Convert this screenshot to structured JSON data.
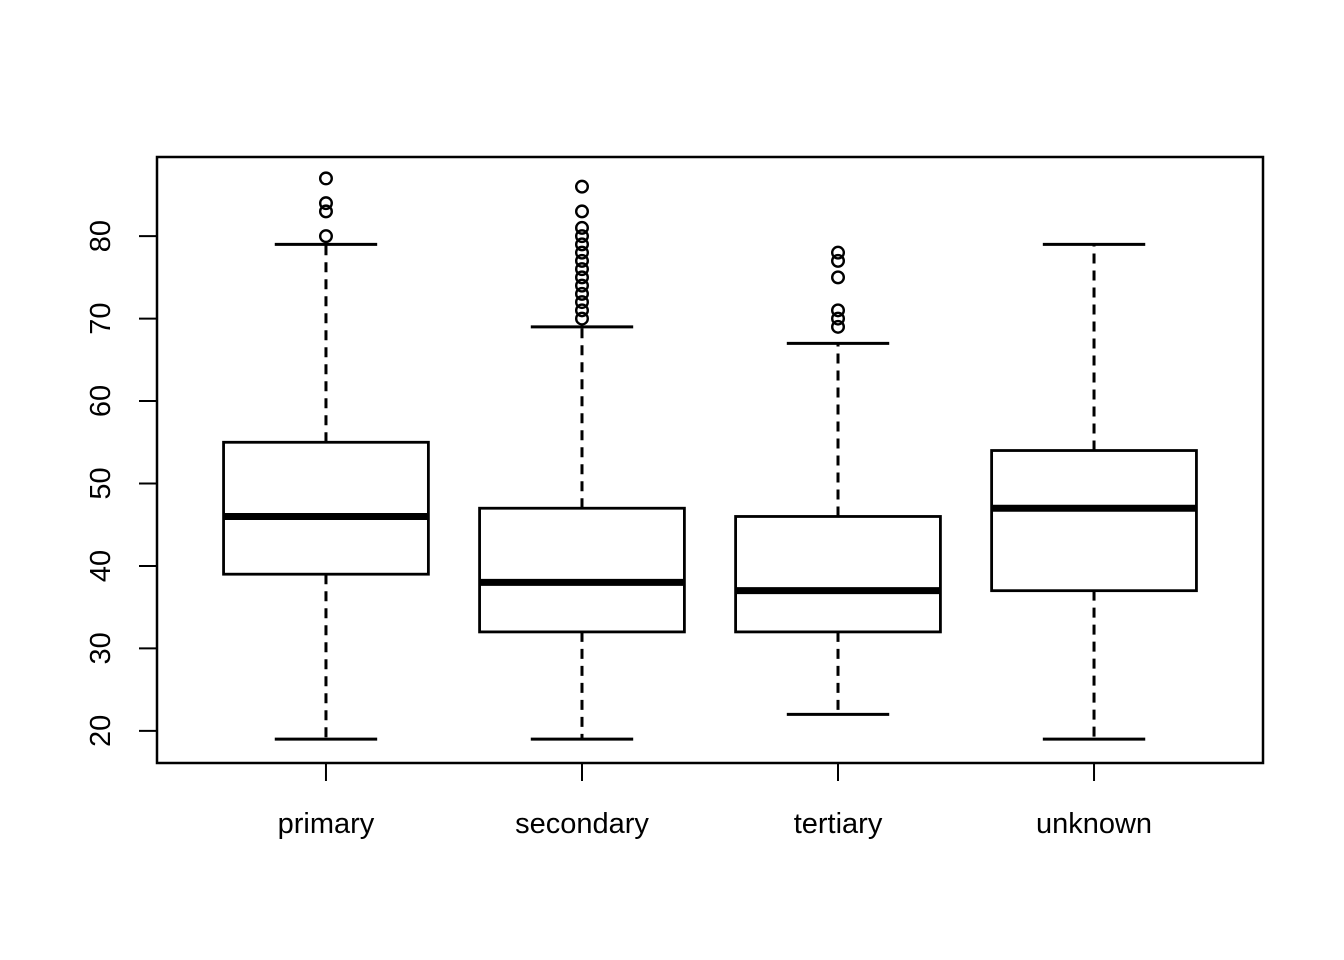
{
  "figure": {
    "background": "#ffffff",
    "stroke_color": "#000000",
    "box_fill": "#ffffff"
  },
  "chart_data": {
    "type": "boxplot",
    "title": "",
    "xlabel": "",
    "ylabel": "",
    "categories": [
      "primary",
      "secondary",
      "tertiary",
      "unknown"
    ],
    "y_ticks": [
      20,
      30,
      40,
      50,
      60,
      70,
      80
    ],
    "ylim": [
      16.1,
      89.6
    ],
    "xlim": [
      0.34,
      4.66
    ],
    "box_width": 0.8,
    "cap_width": 0.4,
    "grid": false,
    "legend": null,
    "series": [
      {
        "name": "primary",
        "whisker_low": 19,
        "q1": 39,
        "median": 46,
        "q3": 55,
        "whisker_high": 79,
        "outliers": [
          80,
          83,
          84,
          87
        ]
      },
      {
        "name": "secondary",
        "whisker_low": 19,
        "q1": 32,
        "median": 38,
        "q3": 47,
        "whisker_high": 69,
        "outliers": [
          70,
          71,
          72,
          73,
          74,
          75,
          76,
          77,
          78,
          79,
          80,
          81,
          83,
          86
        ]
      },
      {
        "name": "tertiary",
        "whisker_low": 22,
        "q1": 32,
        "median": 37,
        "q3": 46,
        "whisker_high": 67,
        "outliers": [
          69,
          70,
          71,
          75,
          77,
          78
        ]
      },
      {
        "name": "unknown",
        "whisker_low": 19,
        "q1": 37,
        "median": 47,
        "q3": 54,
        "whisker_high": 79,
        "outliers": []
      }
    ]
  }
}
